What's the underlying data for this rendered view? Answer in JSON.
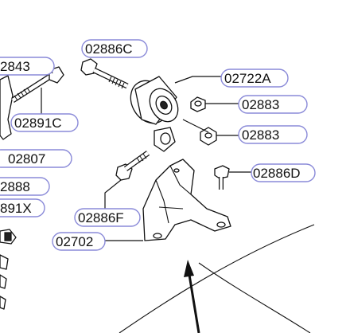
{
  "diagram": {
    "labels": [
      {
        "key": "l02886C",
        "text": "02886C"
      },
      {
        "key": "l02843",
        "text": "2843"
      },
      {
        "key": "l02722A",
        "text": "02722A"
      },
      {
        "key": "l02891C",
        "text": "02891C"
      },
      {
        "key": "l02883a",
        "text": "02883"
      },
      {
        "key": "l02883b",
        "text": "02883"
      },
      {
        "key": "l02807",
        "text": "02807"
      },
      {
        "key": "l02886D",
        "text": "02886D"
      },
      {
        "key": "l02888",
        "text": "2888"
      },
      {
        "key": "l0891X",
        "text": "891X"
      },
      {
        "key": "l02886F",
        "text": "02886F"
      },
      {
        "key": "l02702",
        "text": "02702"
      }
    ]
  }
}
